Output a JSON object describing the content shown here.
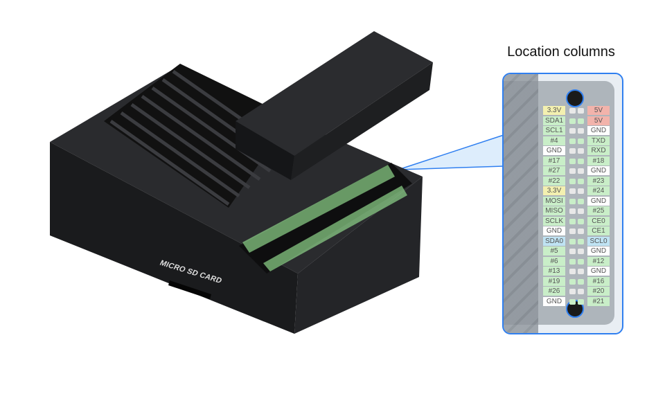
{
  "callout": {
    "title": "Location columns"
  },
  "device": {
    "sd_label": "MICRO SD CARD"
  },
  "pins": {
    "left": [
      "3.3V",
      "SDA1",
      "SCL1",
      "#4",
      "GND",
      "#17",
      "#27",
      "#22",
      "3.3V",
      "MOSI",
      "MISO",
      "SCLK",
      "GND",
      "SDA0",
      "#5",
      "#6",
      "#13",
      "#19",
      "#26",
      "GND"
    ],
    "right": [
      "5V",
      "5V",
      "GND",
      "TXD",
      "RXD",
      "#18",
      "GND",
      "#23",
      "#24",
      "GND",
      "#25",
      "CE0",
      "CE1",
      "SCL0",
      "GND",
      "#12",
      "GND",
      "#16",
      "#20",
      "#21"
    ]
  },
  "colors": {
    "accent": "#2f7ff0",
    "power33": "#f3f0b0",
    "power5": "#f2b3ab",
    "gnd": "#ffffff",
    "i2c0": "#bfe3f3",
    "gpio": "#c9eec8",
    "case": "#1e1f21"
  }
}
